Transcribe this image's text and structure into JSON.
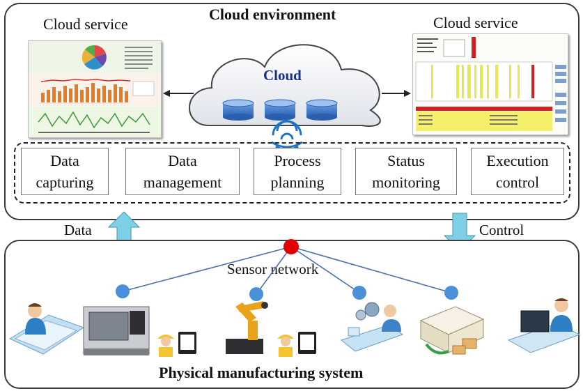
{
  "cloud_environment": {
    "title": "Cloud environment",
    "cloud_label": "Cloud",
    "left_service_title": "Cloud service",
    "right_service_title": "Cloud service",
    "services": [
      {
        "line1": "Data",
        "line2": "capturing"
      },
      {
        "line1": "Data",
        "line2": "management"
      },
      {
        "line1": "Process",
        "line2": "planning"
      },
      {
        "line1": "Status",
        "line2": "monitoring"
      },
      {
        "line1": "Execution",
        "line2": "control"
      }
    ]
  },
  "arrows": {
    "data_label": "Data",
    "control_label": "Control"
  },
  "physical_system": {
    "title": "Physical manufacturing system",
    "sensor_network_label": "Sensor network"
  },
  "colors": {
    "cloud_title": "#1a2f8a",
    "arrow_fill": "#7fd0e6",
    "sensor_node": "#4a90d9",
    "hub_node": "#e00000",
    "network_line": "#4b6fa8"
  },
  "icons": [
    "cloud-icon",
    "database-icon",
    "wifi-icon",
    "person-icon",
    "cnc-machine-icon",
    "robot-arm-icon",
    "worker-icon",
    "tablet-icon",
    "conveyor-icon",
    "delivery-truck-icon",
    "computer-user-icon"
  ]
}
